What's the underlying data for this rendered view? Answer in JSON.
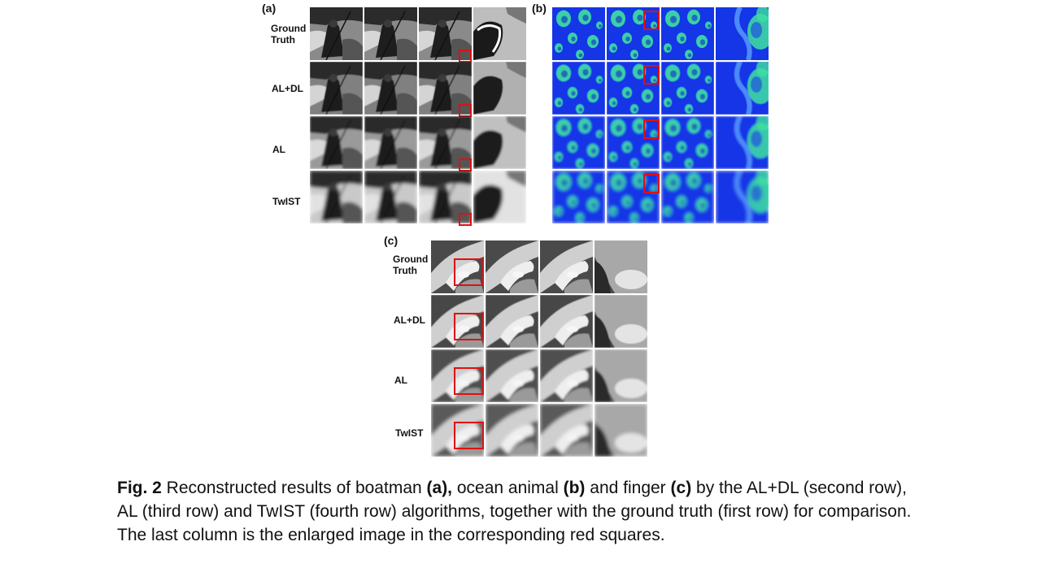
{
  "figure": {
    "panel_a": {
      "tag": "(a)",
      "rows": [
        {
          "label_line1": "Ground",
          "label_line2": "Truth"
        },
        {
          "label_line1": "AL+DL",
          "label_line2": ""
        },
        {
          "label_line1": "AL",
          "label_line2": ""
        },
        {
          "label_line1": "TwIST",
          "label_line2": ""
        }
      ]
    },
    "panel_b": {
      "tag": "(b)"
    },
    "panel_c": {
      "tag": "(c)",
      "rows": [
        {
          "label_line1": "Ground",
          "label_line2": "Truth"
        },
        {
          "label_line1": "AL+DL",
          "label_line2": ""
        },
        {
          "label_line1": "AL",
          "label_line2": ""
        },
        {
          "label_line1": "TwIST",
          "label_line2": ""
        }
      ]
    }
  },
  "caption": {
    "fig_label": "Fig. 2",
    "t1": " Reconstructed results of boatman ",
    "a": "(a),",
    "t2": " ocean animal ",
    "b": "(b)",
    "t3": " and finger ",
    "c": "(c)",
    "t4": " by the AL+DL (second row), AL (third row) and TwIST (fourth row) algorithms, together with the ground truth (first row) for comparison. The last column is the enlarged image in the corresponding red squares."
  },
  "colors": {
    "highlight_box": "#e01010",
    "ocean_blue": "#1436e6",
    "jelly_green": "#3fe0a0"
  }
}
